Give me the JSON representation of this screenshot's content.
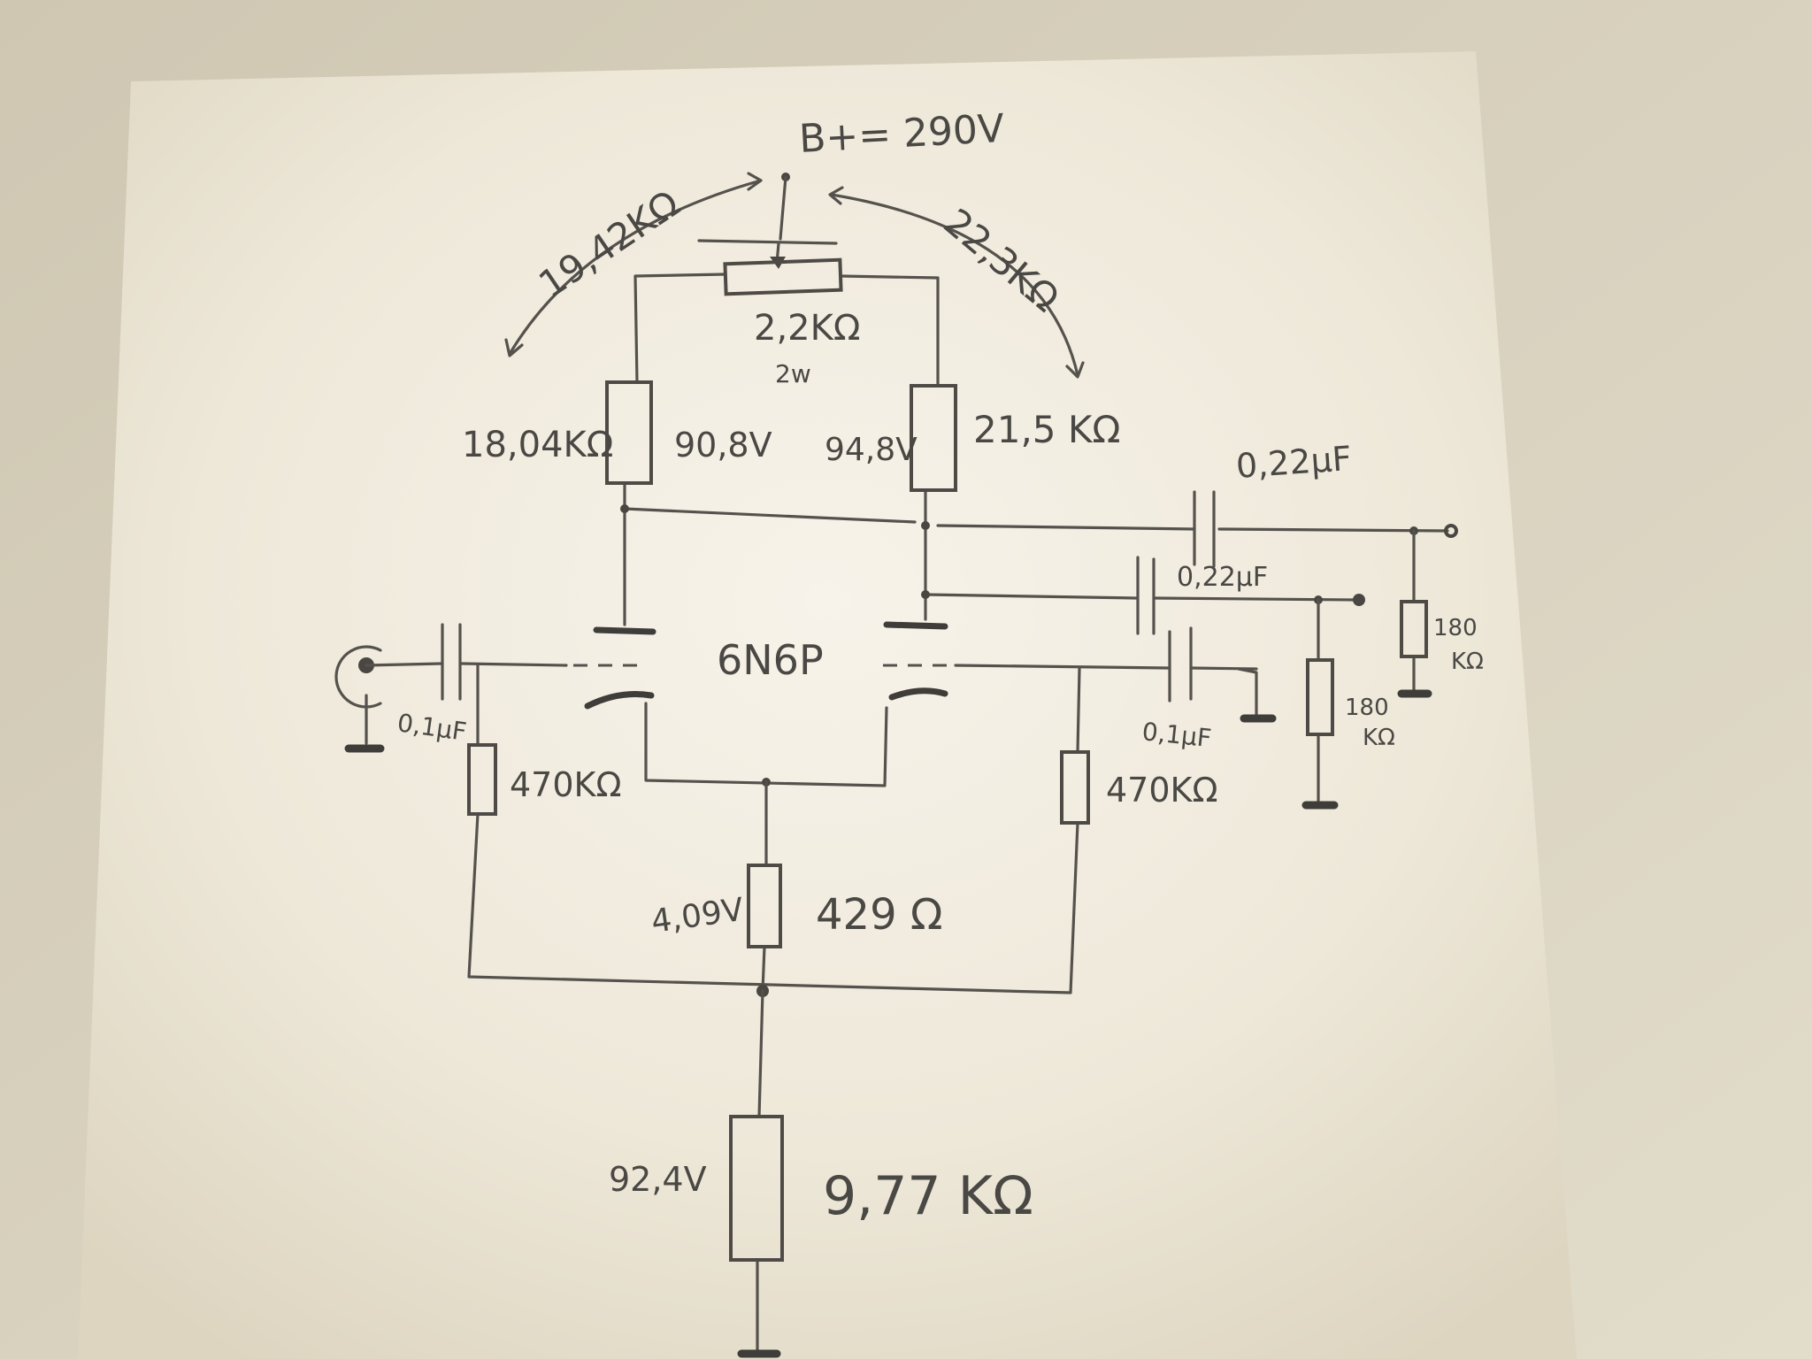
{
  "supply": {
    "label": "B+= 290V"
  },
  "pot": {
    "value": "2,2KΩ",
    "power": "2w"
  },
  "arrows": {
    "left": "19,42KΩ",
    "right": "22,3KΩ"
  },
  "anode_resistors": {
    "left": "18,04KΩ",
    "right": "21,5 KΩ"
  },
  "anode_voltages": {
    "left": "90,8V",
    "right": "94,8V"
  },
  "tube": {
    "type": "6N6P"
  },
  "coupling_caps": {
    "top": "0,22μF",
    "second": "0,22μF"
  },
  "input_caps": {
    "left": "0,1μF",
    "right": "0,1μF"
  },
  "grid_resistors": {
    "left": "470KΩ",
    "right": "470KΩ"
  },
  "load_resistors": {
    "first": "180\nKΩ",
    "second": "180\nKΩ"
  },
  "cathode": {
    "voltage": "4,09V",
    "resistor": "429 Ω"
  },
  "tail": {
    "voltage": "92,4V",
    "resistor": "9,77 KΩ"
  },
  "colors": {
    "paper": "#f1ece0",
    "ink": "#4a4844",
    "background": "#d9d2bf"
  }
}
